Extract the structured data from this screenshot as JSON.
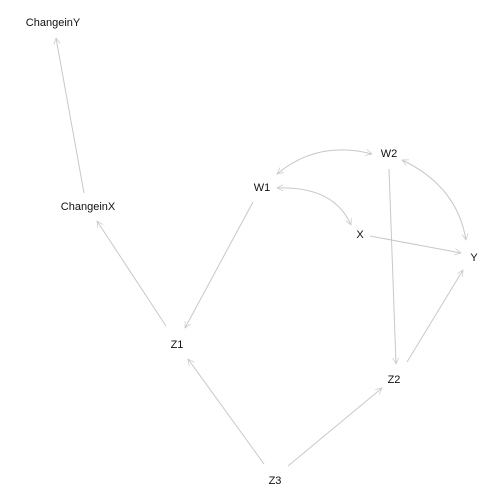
{
  "diagram": {
    "nodes": [
      {
        "id": "ChangeinY",
        "label": "ChangeinY"
      },
      {
        "id": "ChangeinX",
        "label": "ChangeinX"
      },
      {
        "id": "W1",
        "label": "W1"
      },
      {
        "id": "W2",
        "label": "W2"
      },
      {
        "id": "X",
        "label": "X"
      },
      {
        "id": "Y",
        "label": "Y"
      },
      {
        "id": "Z1",
        "label": "Z1"
      },
      {
        "id": "Z2",
        "label": "Z2"
      },
      {
        "id": "Z3",
        "label": "Z3"
      }
    ],
    "directed_edges": [
      {
        "from": "ChangeinX",
        "to": "ChangeinY"
      },
      {
        "from": "Z1",
        "to": "ChangeinX"
      },
      {
        "from": "W1",
        "to": "Z1"
      },
      {
        "from": "Z3",
        "to": "Z1"
      },
      {
        "from": "Z3",
        "to": "Z2"
      },
      {
        "from": "W2",
        "to": "Z2"
      },
      {
        "from": "Z2",
        "to": "Y"
      },
      {
        "from": "X",
        "to": "Y"
      }
    ],
    "bidirected_edges": [
      {
        "a": "W1",
        "b": "W2"
      },
      {
        "a": "W1",
        "b": "X"
      },
      {
        "a": "W2",
        "b": "Y"
      }
    ],
    "colors": {
      "edge": "#c8c8c8",
      "label": "#111111",
      "background": "#ffffff"
    }
  }
}
